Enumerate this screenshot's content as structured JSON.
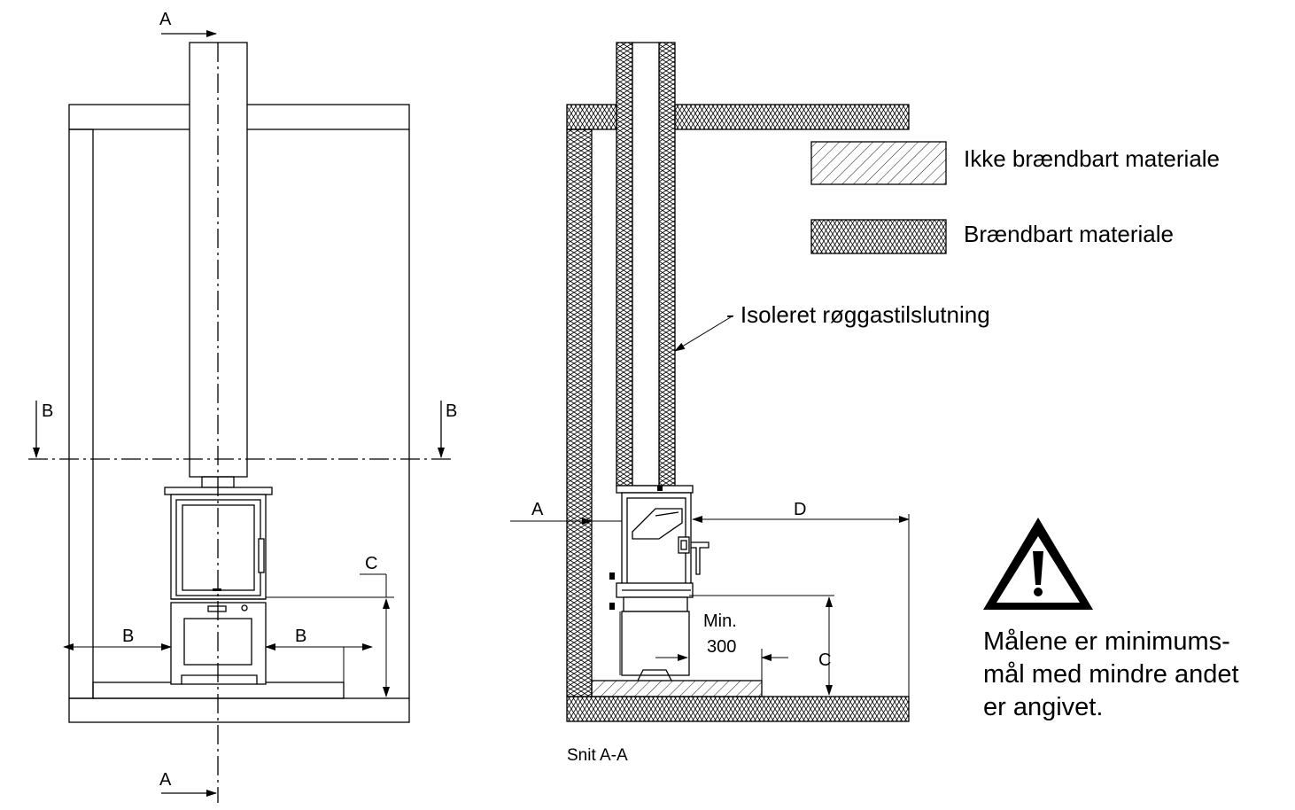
{
  "left_view": {
    "section_a_top": "A",
    "section_a_bottom": "A",
    "section_b_left": "B",
    "section_b_right": "B",
    "dim_b_left": "B",
    "dim_b_right": "B",
    "dim_c": "C"
  },
  "section_view": {
    "dim_a": "A",
    "dim_d": "D",
    "dim_c": "C",
    "min_line1": "Min.",
    "min_line2": "300",
    "flue_label": "- Isoleret røggastilslutning",
    "caption": "Snit A-A"
  },
  "legend": {
    "noncombustible": "Ikke brændbart materiale",
    "combustible": "Brændbart materiale"
  },
  "warning": {
    "line1": "Målene er minimums-",
    "line2": "mål med mindre andet",
    "line3": "er angivet."
  }
}
